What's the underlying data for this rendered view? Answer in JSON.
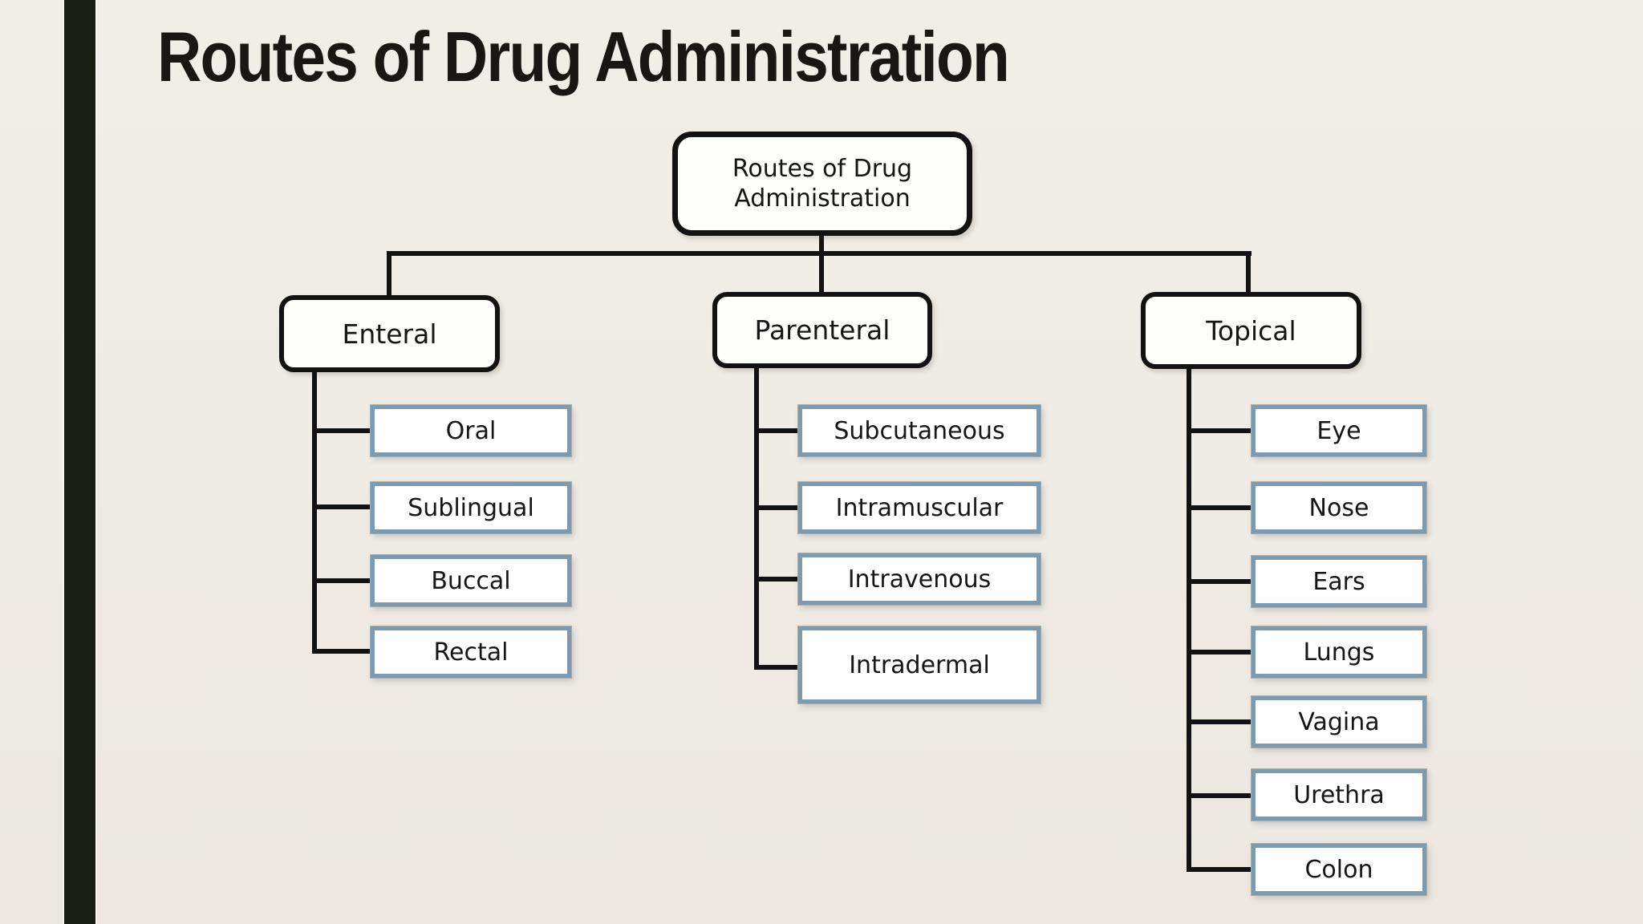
{
  "slide": {
    "title": "Routes of Drug Administration"
  },
  "diagram": {
    "root_label": "Routes of Drug Administration",
    "branches": [
      {
        "label": "Enteral",
        "children": [
          "Oral",
          "Sublingual",
          "Buccal",
          "Rectal"
        ]
      },
      {
        "label": "Parenteral",
        "children": [
          "Subcutaneous",
          "Intramuscular",
          "Intravenous",
          "Intradermal"
        ]
      },
      {
        "label": "Topical",
        "children": [
          "Eye",
          "Nose",
          "Ears",
          "Lungs",
          "Vagina",
          "Urethra",
          "Colon"
        ]
      }
    ]
  },
  "colors": {
    "background": "#efece5",
    "accent_bar": "#1a1e13",
    "connector_line": "#121212",
    "category_border": "#121212",
    "leaf_border": "#7c9bb1",
    "box_fill": "#fdfdfb",
    "text": "#161616"
  }
}
